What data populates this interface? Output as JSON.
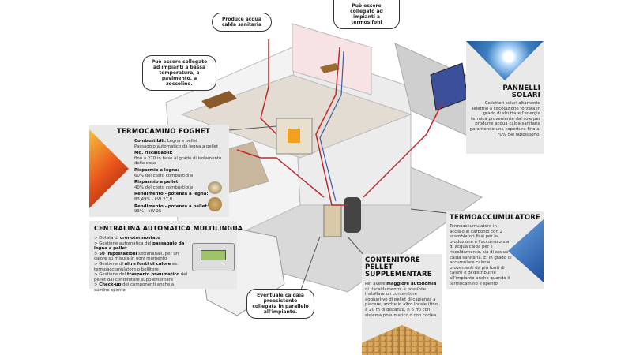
{
  "bubbles": {
    "sanitary": "Produce acqua calda sanitaria",
    "radiators": "Può essere collegato ad impianti a termosifoni",
    "low_temp": "Può essere collegato ad impianti a bassa temperatura, a pavimento, a zoccolino.",
    "boiler": "Eventuale caldaia preesistente collegata in parallelo all'impianto."
  },
  "termocamino": {
    "title": "TERMOCAMINO FOGHET",
    "items": [
      {
        "label": "Combustibili:",
        "text": "Legna e pellet"
      },
      {
        "label": "",
        "text": "Passaggio automatico da legna a pellet"
      },
      {
        "label": "Mq. riscaldabili:",
        "text": "fino a 270 in base al grado di isolamento della casa"
      },
      {
        "label": "Risparmio a legna:",
        "text": "60% del costo combustibile"
      },
      {
        "label": "Risparmio a pellet:",
        "text": "40% del costo combustibile"
      },
      {
        "label": "Rendimento - potenza a legna:",
        "text": "83,49% - kW 27,8"
      },
      {
        "label": "Rendimento - potenza a pellet:",
        "text": "93% - kW 25"
      }
    ]
  },
  "centralina": {
    "title": "CENTRALINA AUTOMATICA MULTILINGUA",
    "items": [
      {
        "pre": "Dotata di ",
        "bold": "cronotermostato",
        "post": ""
      },
      {
        "pre": "Gestione automatica del ",
        "bold": "passaggio da legna a pellet",
        "post": ""
      },
      {
        "pre": "",
        "bold": "50 impostazioni",
        "post": " settimanali, per un calore su misura in ogni momento"
      },
      {
        "pre": "Gestione di ",
        "bold": "altre fonti di calore",
        "post": " es. termoaccumulatore o bollitore"
      },
      {
        "pre": "Gestione del ",
        "bold": "trasporto pneumatico",
        "post": " del pellet dal contenitore supplementare"
      },
      {
        "pre": "",
        "bold": "Check-up",
        "post": " dei componenti anche a camino spento"
      }
    ],
    "bullet": ">"
  },
  "solari": {
    "title1": "PANNELLI",
    "title2": "SOLARI",
    "text": "Collettori solari altamente selettivi a circolazione forzata in grado di sfruttare l'energia termica proveniente dal sole per produrre acqua calda sanitaria garantendo una copertura fino al 70% del fabbisogno."
  },
  "termoaccumulatore": {
    "title": "TERMOACCUMULATORE",
    "text": "Termoaccumulatore in acciaio al carbonio con 2 scambiatori fissi per la produzione e l'accumulo sia di acqua calda per il riscaldamento, sia di acqua calda sanitaria. E' in grado di accumulare calorie provenienti da più fonti di calore e di distribuirle all'impianto anche quando il termocamino è spento."
  },
  "contenitore": {
    "title": "CONTENITORE PELLET SUPPLEMENTARE",
    "pre": "Per avere ",
    "bold": "maggiore autonomia",
    "post": " di riscaldamento, è possibile installare un contenitore aggiuntivo di pellet di capienza a piacere, anche in altro locale (fino a 20 m di distanza, h 6 m) con sistema pneumatico o con coclea."
  },
  "colors": {
    "pipe_red": "#c0282d",
    "pipe_blue": "#3a5ca8",
    "panel_bg": "#e9e9e9",
    "fire": "#e8541c",
    "sky": "#3d7fc1"
  }
}
